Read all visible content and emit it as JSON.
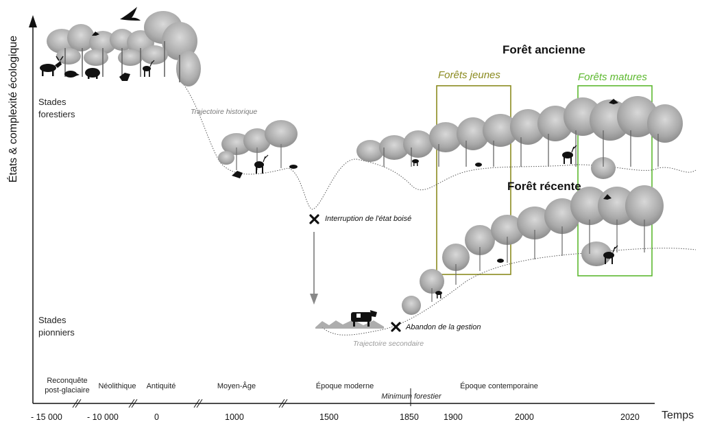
{
  "axes": {
    "y_title": "États & complexité écologique",
    "x_title": "Temps",
    "y_top_label": "Stades\nforestiers",
    "y_bottom_label": "Stades\npionniers"
  },
  "periods": [
    "Reconquête\npost-glaciaire",
    "Néolithique",
    "Antiquité",
    "Moyen-Âge",
    "Époque moderne",
    "Époque contemporaine"
  ],
  "minimum_label": "Minimum forestier",
  "ticks": [
    "- 15 000",
    "- 10 000",
    "0",
    "1000",
    "1500",
    "1850",
    "1900",
    "2000",
    "2020"
  ],
  "forest_titles": {
    "ancient": "Forêt ancienne",
    "recent": "Forêt récente"
  },
  "boxes": {
    "young": "Forêts jeunes",
    "mature": "Forêts matures"
  },
  "colors": {
    "young_box": "#8a8a1e",
    "mature_box": "#5cb82e"
  },
  "trajectories": {
    "historic": "Trajectoire historique",
    "secondary": "Trajectoire secondaire"
  },
  "events": {
    "interruption": "Interruption de l'état boisé",
    "abandon": "Abandon de la gestion"
  },
  "illustrations": {
    "animals": [
      "moose-icon",
      "boar-icon",
      "bison-icon",
      "wolf-icon",
      "deer-icon",
      "bird-of-prey-icon",
      "cow-icon"
    ]
  }
}
